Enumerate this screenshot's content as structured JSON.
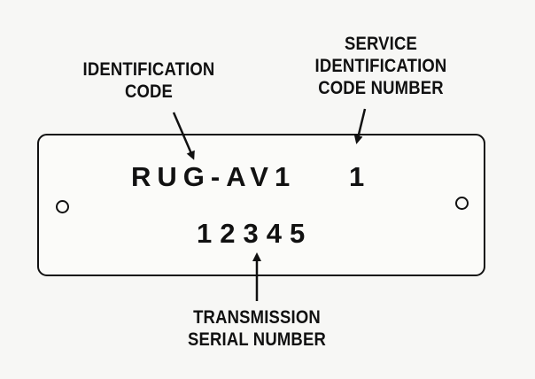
{
  "labels": {
    "identification_code": [
      "IDENTIFICATION",
      "CODE"
    ],
    "service_code": [
      "SERVICE",
      "IDENTIFICATION",
      "CODE NUMBER"
    ],
    "serial_number": [
      "TRANSMISSION",
      "SERIAL NUMBER"
    ]
  },
  "plate": {
    "identification_code": "RUG-AV1",
    "service_code_number": "1",
    "serial_number": "12345"
  }
}
